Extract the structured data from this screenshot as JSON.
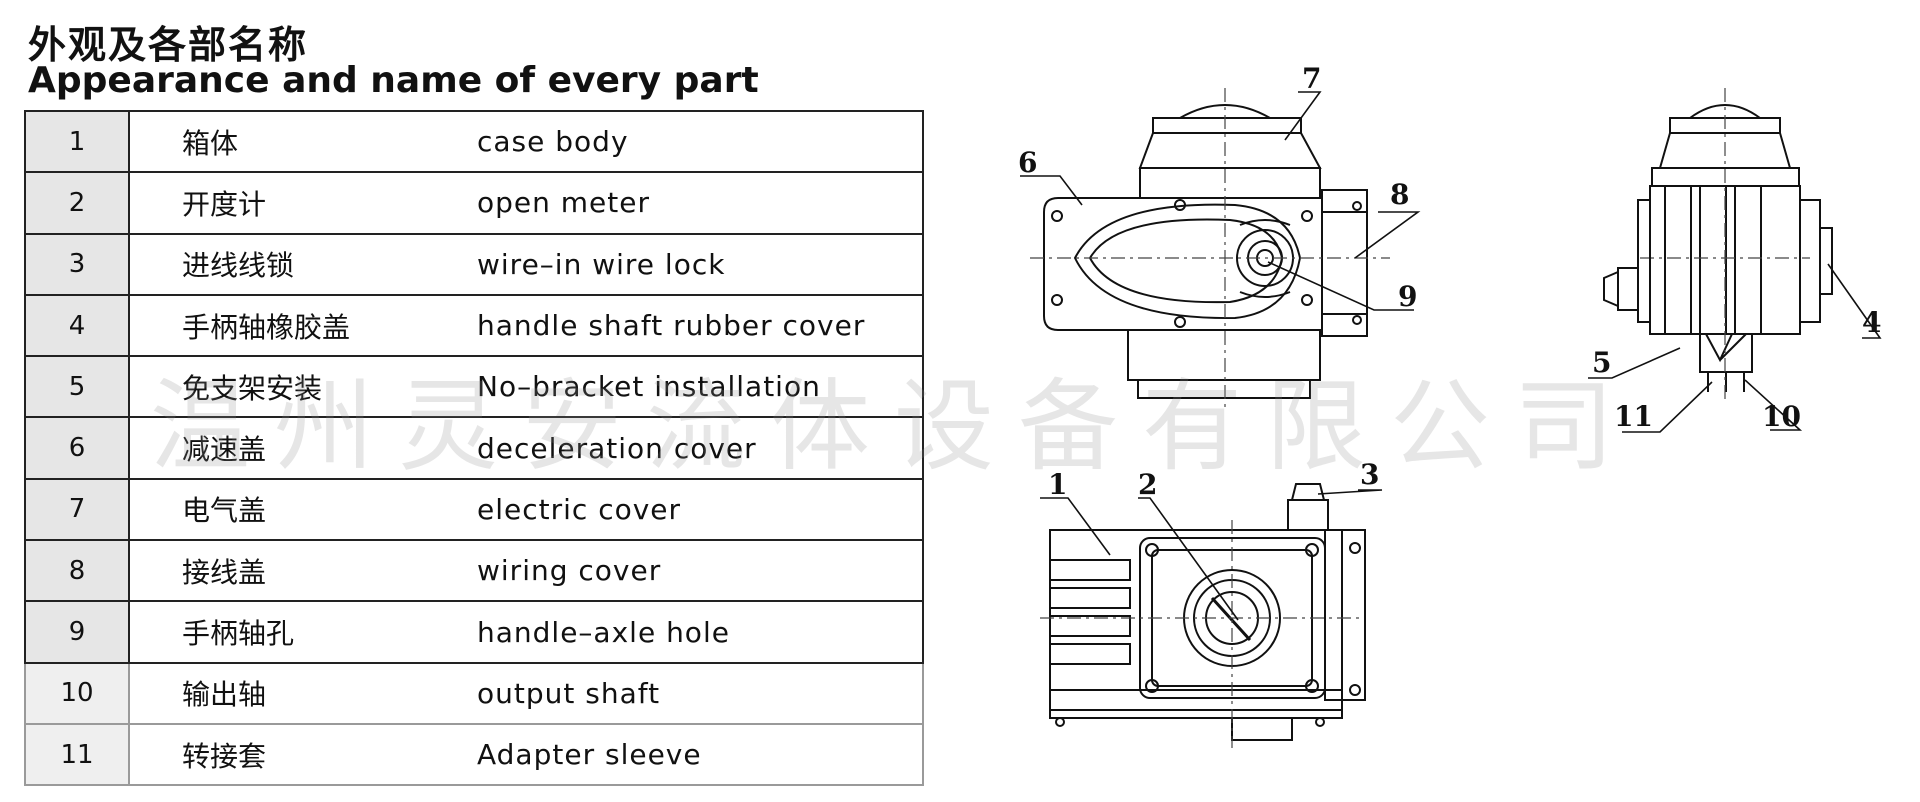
{
  "header": {
    "title_cn": "外观及各部名称",
    "title_en": "Appearance and name of every part"
  },
  "parts": [
    {
      "num": "1",
      "cn": "箱体",
      "en": "case body"
    },
    {
      "num": "2",
      "cn": "开度计",
      "en": "open meter"
    },
    {
      "num": "3",
      "cn": "进线线锁",
      "en": "wire–in wire lock"
    },
    {
      "num": "4",
      "cn": "手柄轴橡胶盖",
      "en": "handle shaft rubber cover"
    },
    {
      "num": "5",
      "cn": "免支架安装",
      "en": "No–bracket installation"
    },
    {
      "num": "6",
      "cn": "减速盖",
      "en": "deceleration cover"
    },
    {
      "num": "7",
      "cn": "电气盖",
      "en": "electric cover"
    },
    {
      "num": "8",
      "cn": "接线盖",
      "en": "wiring cover"
    },
    {
      "num": "9",
      "cn": "手柄轴孔",
      "en": "handle–axle hole"
    },
    {
      "num": "10",
      "cn": "输出轴",
      "en": "output shaft"
    },
    {
      "num": "11",
      "cn": "转接套",
      "en": "Adapter sleeve"
    }
  ],
  "callouts": {
    "c1": "1",
    "c2": "2",
    "c3": "3",
    "c4": "4",
    "c5": "5",
    "c6": "6",
    "c7": "7",
    "c8": "8",
    "c9": "9",
    "c10": "10",
    "c11": "11"
  },
  "watermark": "温州灵安流体设备有限公司"
}
